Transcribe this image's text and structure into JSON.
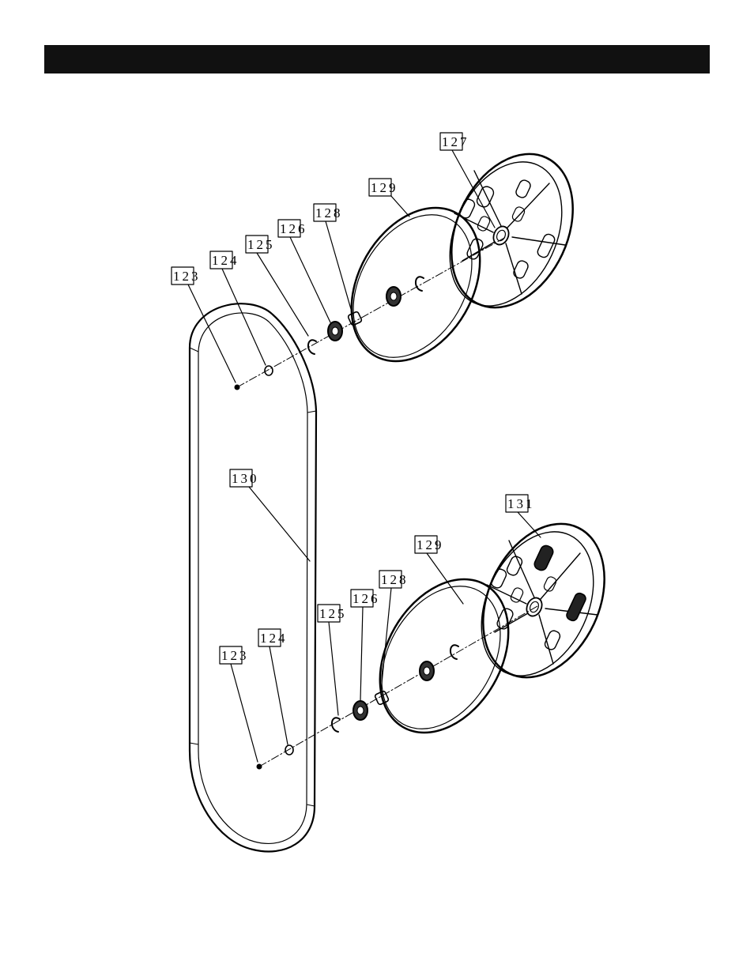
{
  "callouts": {
    "c127": "127",
    "c129_top": "129",
    "c128_top": "128",
    "c126_top": "126",
    "c125_top": "125",
    "c124_top": "124",
    "c123_top": "123",
    "c130": "130",
    "c131": "131",
    "c129_bottom": "129",
    "c128_bottom": "128",
    "c126_bottom": "126",
    "c125_bottom": "125",
    "c124_bottom": "124",
    "c123_bottom": "123"
  }
}
